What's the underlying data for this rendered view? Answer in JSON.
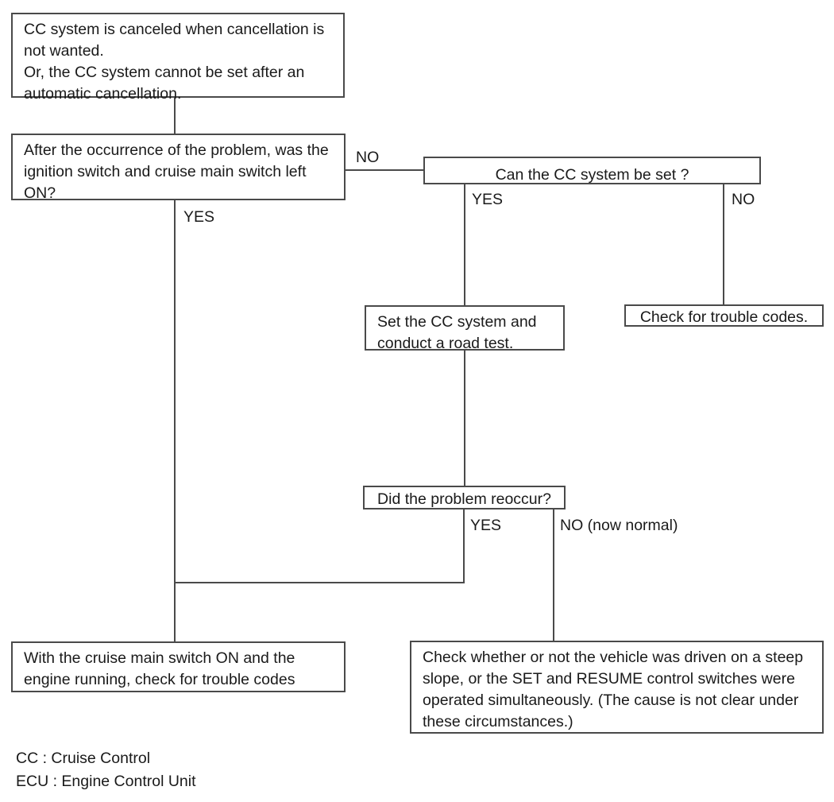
{
  "diagram": {
    "title": "Cruise Control Troubleshooting Flowchart",
    "line_color": "#4a4a4a",
    "text_color": "#1a1a1a",
    "background": "#ffffff",
    "nodes": [
      {
        "id": "problem-statement",
        "text": "CC system is canceled when cancellation is not wanted.\nOr, the CC system cannot be set after an automatic cancellation."
      },
      {
        "id": "question-ignition-switch",
        "text": "After the occurrence of the problem, was the ignition switch and cruise main switch left ON?"
      },
      {
        "id": "question-can-set",
        "text": "Can the CC system be set ?"
      },
      {
        "id": "action-set-and-road-test",
        "text": "Set the CC system and conduct a road test."
      },
      {
        "id": "action-check-trouble-codes",
        "text": "Check for trouble codes."
      },
      {
        "id": "question-problem-reoccur",
        "text": "Did the problem reoccur?"
      },
      {
        "id": "action-switch-on-check-codes",
        "text": "With the cruise main switch ON and the engine running, check for trouble codes"
      },
      {
        "id": "action-check-steep-slope",
        "text": "Check whether or not the vehicle was driven on a steep slope, or the SET and RESUME control switches were operated simultaneously. (The cause is not clear under these circumstances.)"
      }
    ],
    "edge_labels": {
      "ignition_no": "NO",
      "ignition_yes": "YES",
      "can_set_yes": "YES",
      "can_set_no": "NO",
      "reoccur_yes": "YES",
      "reoccur_no": "NO (now normal)"
    },
    "legend": [
      "CC : Cruise Control",
      "ECU : Engine Control Unit"
    ]
  }
}
